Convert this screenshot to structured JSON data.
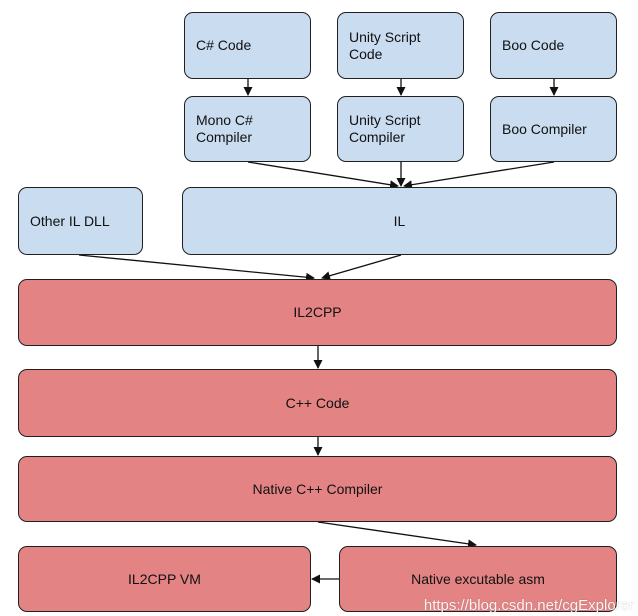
{
  "nodes": {
    "csharp_code": "C# Code",
    "unity_script_code": "Unity Script\nCode",
    "boo_code": "Boo Code",
    "mono_csharp_compiler": "Mono C#\nCompiler",
    "unity_script_compiler": "Unity Script\nCompiler",
    "boo_compiler": "Boo Compiler",
    "other_il_dll": "Other IL DLL",
    "il": "IL",
    "il2cpp": "IL2CPP",
    "cpp_code": "C++ Code",
    "native_cpp_compiler": "Native C++ Compiler",
    "il2cpp_vm": "IL2CPP VM",
    "native_executable_asm": "Native excutable asm"
  },
  "colors": {
    "source_stage": "#c9dcf0",
    "native_stage": "#e38383",
    "border": "#202020"
  },
  "watermark": "https://blog.csdn.net/cgExplorer"
}
